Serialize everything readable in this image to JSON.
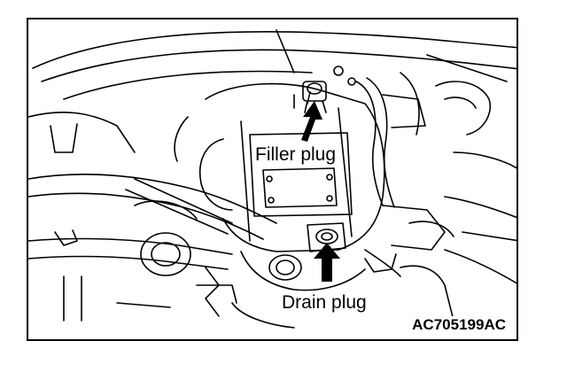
{
  "figure": {
    "callouts": {
      "filler_plug": "Filler plug",
      "drain_plug": "Drain plug"
    },
    "figure_code": "AC705199AC"
  },
  "colors": {
    "line": "#000000",
    "background": "#ffffff"
  },
  "icons": {
    "filler_arrow": "arrow-up-right-icon",
    "drain_arrow": "arrow-up-icon"
  }
}
